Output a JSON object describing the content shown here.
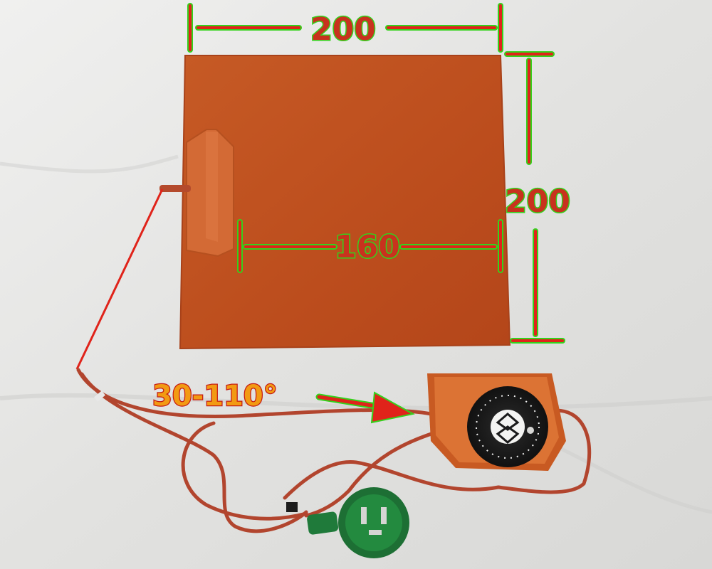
{
  "dimensions": {
    "width_label": "200",
    "height_label": "200",
    "inner_label": "160"
  },
  "temperature_range": {
    "label": "30-110°"
  },
  "colors": {
    "pad": "#c2521f",
    "pad_edge": "#a8421a",
    "dimension_line": "#e0231a",
    "dimension_outline": "#34d21c",
    "annotation_text": "#f29a12",
    "wire": "#b2452e",
    "plug": "#1f7a3a",
    "thermostat_body": "#d56a2a",
    "dial": "#1b1b1b"
  }
}
